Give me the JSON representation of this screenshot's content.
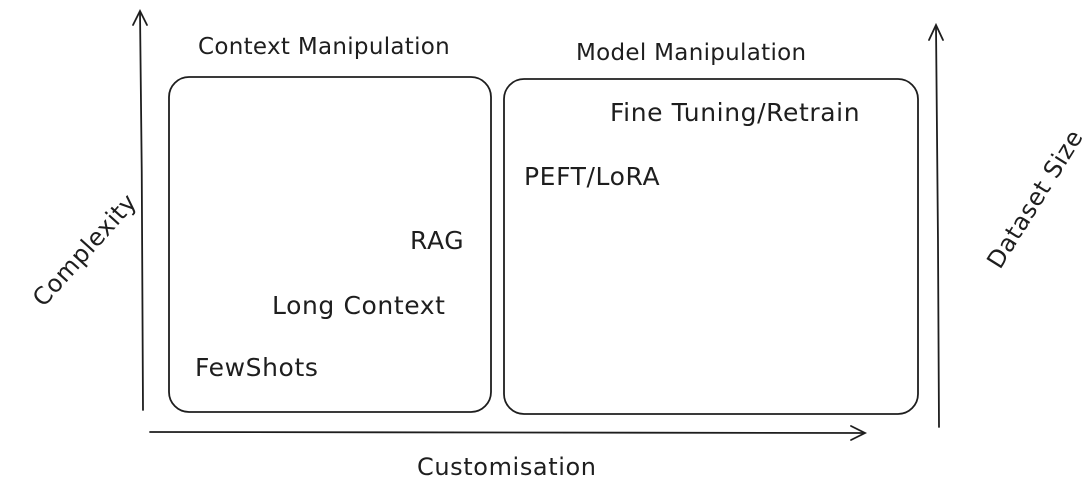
{
  "groups": {
    "context": {
      "title": "Context Manipulation",
      "items": [
        "RAG",
        "Long Context",
        "FewShots"
      ]
    },
    "model": {
      "title": "Model Manipulation",
      "items": [
        "Fine Tuning/Retrain",
        "PEFT/LoRA"
      ]
    }
  },
  "axes": {
    "x_label": "Customisation",
    "y_left_label": "Complexity",
    "y_right_label": "Dataset Size"
  },
  "colors": {
    "stroke": "#1e1e1e",
    "background": "#ffffff"
  }
}
